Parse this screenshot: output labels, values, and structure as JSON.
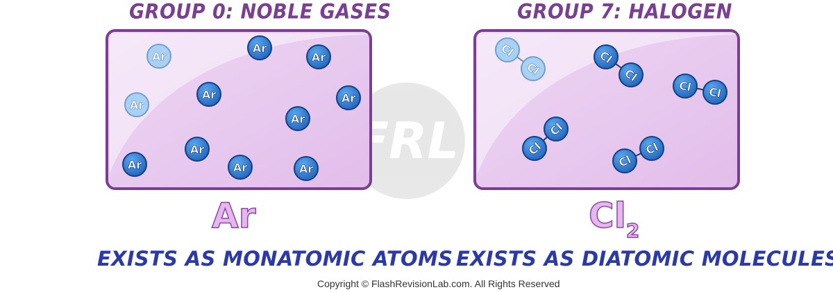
{
  "left_panel": {
    "title": "Group 0: Noble Gases",
    "atom_label": "Ar",
    "formula": "Ar",
    "caption": "Exists as monatomic atoms"
  },
  "right_panel": {
    "title": "Group 7: Halogen",
    "atom_label": "Cl",
    "formula_symbol": "Cl",
    "formula_subscript": "2",
    "caption": "Exists as diatomic molecules"
  },
  "watermark": "FRL",
  "copyright": "Copyright © FlashRevisionLab.com. All Rights Reserved",
  "colors": {
    "box_fill": "#e8c8f0",
    "box_border": "#7a3f93",
    "atom_fill": "#2f7fd6",
    "atom_fill_light": "#9ccaf0",
    "title": "#7a3f93",
    "caption": "#2b3aa6"
  }
}
